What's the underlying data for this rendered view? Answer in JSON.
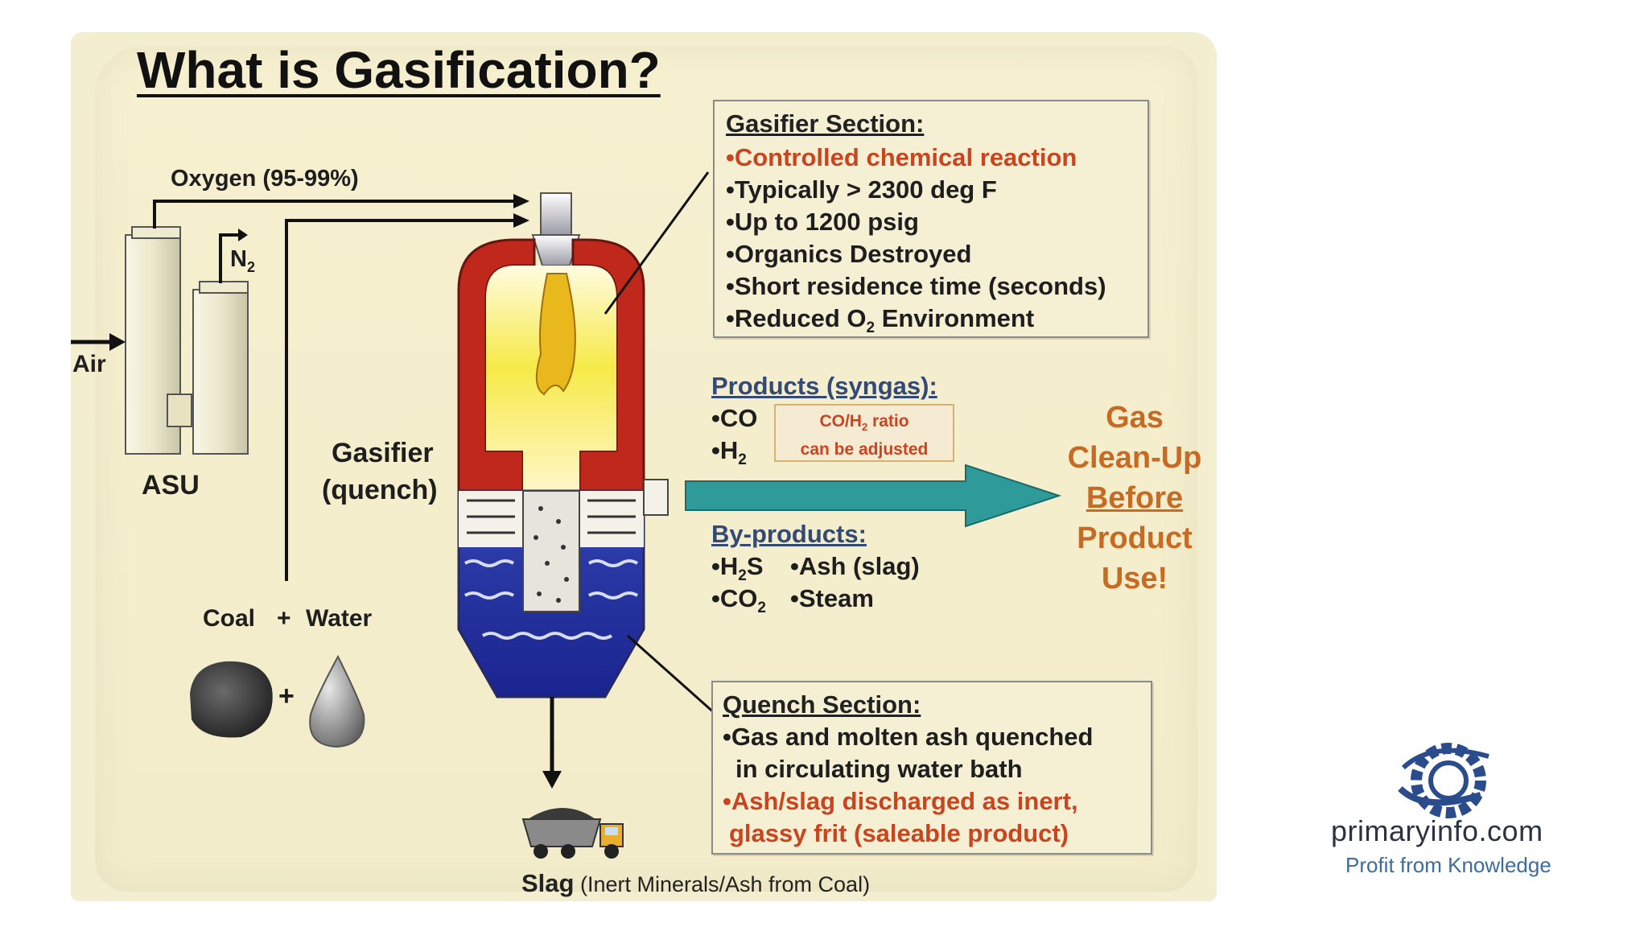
{
  "title": "What is Gasification?",
  "labels": {
    "oxygen": "Oxygen (95-99%)",
    "n2": "N",
    "n2_sub": "2",
    "air": "Air",
    "asu": "ASU",
    "gasifier": "Gasifier",
    "quench": "(quench)",
    "coal": "Coal",
    "plus": "+",
    "water": "Water"
  },
  "gasifier_section": {
    "heading": "Gasifier Section:",
    "items": [
      {
        "text": "•Controlled chemical reaction",
        "color": "#c84520"
      },
      {
        "text": "•Typically > 2300 deg F"
      },
      {
        "text": "•Up to 1200 psig"
      },
      {
        "text": "•Organics Destroyed"
      },
      {
        "text": "•Short residence time (seconds)"
      },
      {
        "pre": "•Reduced O",
        "sub": "2",
        "post": " Environment"
      }
    ]
  },
  "products": {
    "heading": "Products (syngas):",
    "co": "•CO",
    "h2_pre": "•H",
    "h2_sub": "2",
    "ratio_line1_pre": "CO/H",
    "ratio_line1_sub": "2",
    "ratio_line1_post": " ratio",
    "ratio_line2": "can be adjusted"
  },
  "byproducts": {
    "heading": "By-products:",
    "h2s_pre": "•H",
    "h2s_sub": "2",
    "h2s_post": "S",
    "ash": "•Ash (slag)",
    "co2_pre": "•CO",
    "co2_sub": "2",
    "steam": "•Steam"
  },
  "gas_cleanup": {
    "l1": "Gas",
    "l2": "Clean-Up",
    "l3": "Before",
    "l4": "Product",
    "l5": "Use!"
  },
  "quench_section": {
    "heading": "Quench Section:",
    "l1": "•Gas and molten ash quenched",
    "l2": "in circulating water bath",
    "l3": "•Ash/slag discharged as inert,",
    "l4": "glassy frit (saleable product)"
  },
  "slag": {
    "bold": "Slag",
    "rest": " (Inert Minerals/Ash from Coal)"
  },
  "logo": {
    "name": "primaryinfo.com",
    "tagline": "Profit from Knowledge"
  },
  "colors": {
    "refractory": "#c0281c",
    "flame": "#f6e640",
    "water": "#1c2a9c",
    "arrow": "#2e9a9a",
    "accent_text": "#c84520",
    "link_text": "#334a77"
  }
}
